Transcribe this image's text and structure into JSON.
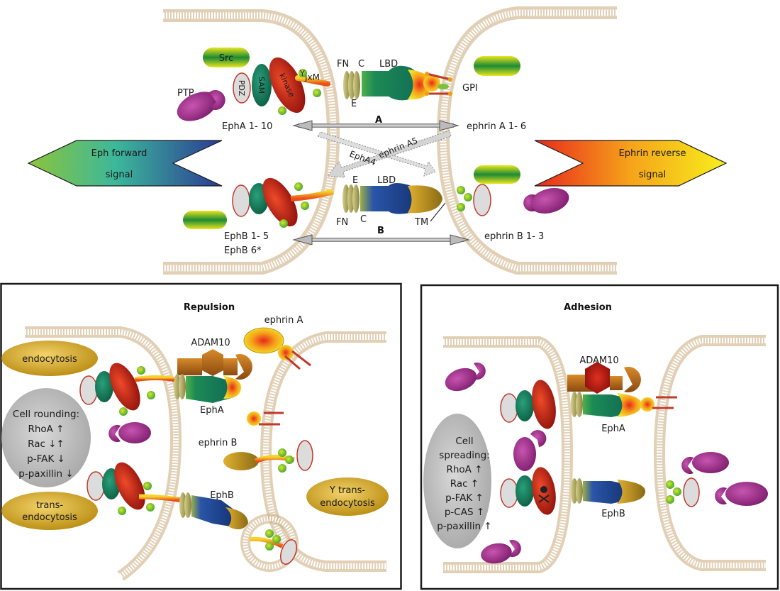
{
  "top_panel": {
    "left_receptor": {
      "domains": {
        "src": "Src",
        "pdz": "PDZ",
        "sam": "SAM",
        "kinase": "kinase",
        "jxm": "JxM",
        "y": "Y"
      },
      "ptp": "PTP",
      "fn": "FN",
      "c": "C",
      "e": "E",
      "lbd": "LBD",
      "class_a": "EphA 1- 10"
    },
    "ephrin_a": {
      "gpi": "GPI",
      "class": "ephrin A 1- 6"
    },
    "interaction_a": "A",
    "interaction_b": "B",
    "cross_labels": {
      "epha4": "EphA4",
      "ephrin_a5": "ephrin A5"
    },
    "lower_receptor": {
      "e": "E",
      "lbd": "LBD",
      "fn": "FN",
      "c": "C",
      "tm": "TM",
      "class_b_line1": "EphB 1- 5",
      "class_b_line2": "EphB 6*"
    },
    "ephrin_b": {
      "class": "ephrin B 1- 3"
    },
    "forward_signal": {
      "line1": "Eph forward",
      "line2": "signal"
    },
    "reverse_signal": {
      "line1": "Ephrin reverse",
      "line2": "signal"
    }
  },
  "repulsion_panel": {
    "title": "Repulsion",
    "adam10": "ADAM10",
    "ephrin_a": "ephrin A",
    "epha": "EphA",
    "ephrin_b": "ephrin B",
    "ephb": "EphB",
    "endocytosis": "endocytosis",
    "trans_endocytosis": {
      "line1": "trans-",
      "line2": "endocytosis"
    },
    "gamma_trans_endocytosis": {
      "line1": "Y  trans-",
      "line2": "endocytosis"
    },
    "cell_rounding": {
      "title": "Cell rounding:",
      "items": [
        "RhoA ↑",
        "Rac ↓↑",
        "p-FAK ↓",
        "p-paxillin ↓"
      ]
    }
  },
  "adhesion_panel": {
    "title": "Adhesion",
    "adam10": "ADAM10",
    "epha": "EphA",
    "ephb": "EphB",
    "cell_spreading": {
      "title_line1": "Cell",
      "title_line2": "spreading:",
      "items": [
        "RhoA ↑",
        "Rac ↑",
        "p-FAK ↑",
        "p-CAS ↑",
        "p-paxillin ↑"
      ]
    }
  },
  "colors": {
    "membrane": "#c9a97a",
    "kinase": "#c21a12",
    "sam": "#117a5a",
    "ptp": "#a3308f",
    "epha_body": "#1a8a5a",
    "ephb_body": "#1d3f95",
    "ligand_core": "#f0d21c",
    "oval_gold": "#c9a028",
    "grey_oval": "#b8b8b8"
  }
}
